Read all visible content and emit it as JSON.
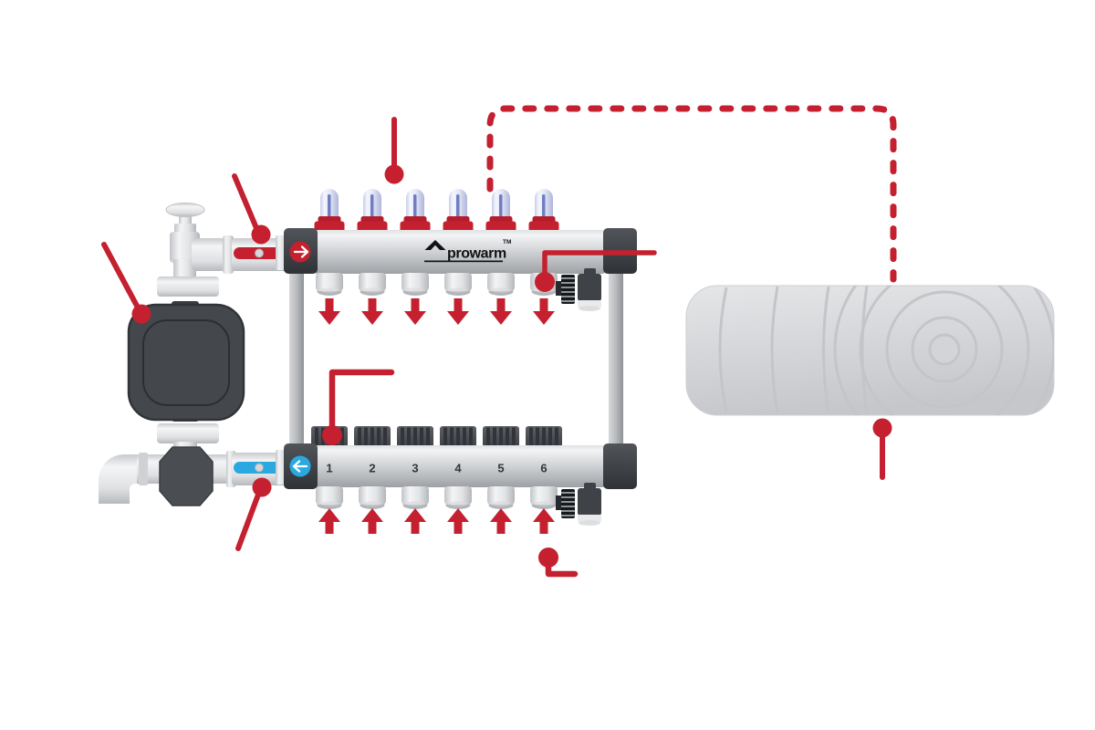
{
  "brand": {
    "name": "prowarm",
    "tm": "TM"
  },
  "return_manifold": {
    "ports": [
      "1",
      "2",
      "3",
      "4",
      "5",
      "6"
    ]
  },
  "icons": {
    "flow_direction_icon": "right-arrow-in-red-circle",
    "return_direction_icon": "left-arrow-in-blue-circle",
    "flow_out_arrows": "red-down-arrow",
    "return_in_arrows": "red-up-arrow",
    "brand_icon": "house-roof-icon",
    "connector_style": "red-dashed-pipe-route"
  },
  "colors": {
    "annotation_red": "#c4202f",
    "flow_red": "#c4202f",
    "return_blue": "#2aa9e0",
    "dark_metal": "#3a3d42",
    "steel_gray": "#c9cbce",
    "tank_gray": "#d8dadc",
    "background": "#ffffff"
  }
}
